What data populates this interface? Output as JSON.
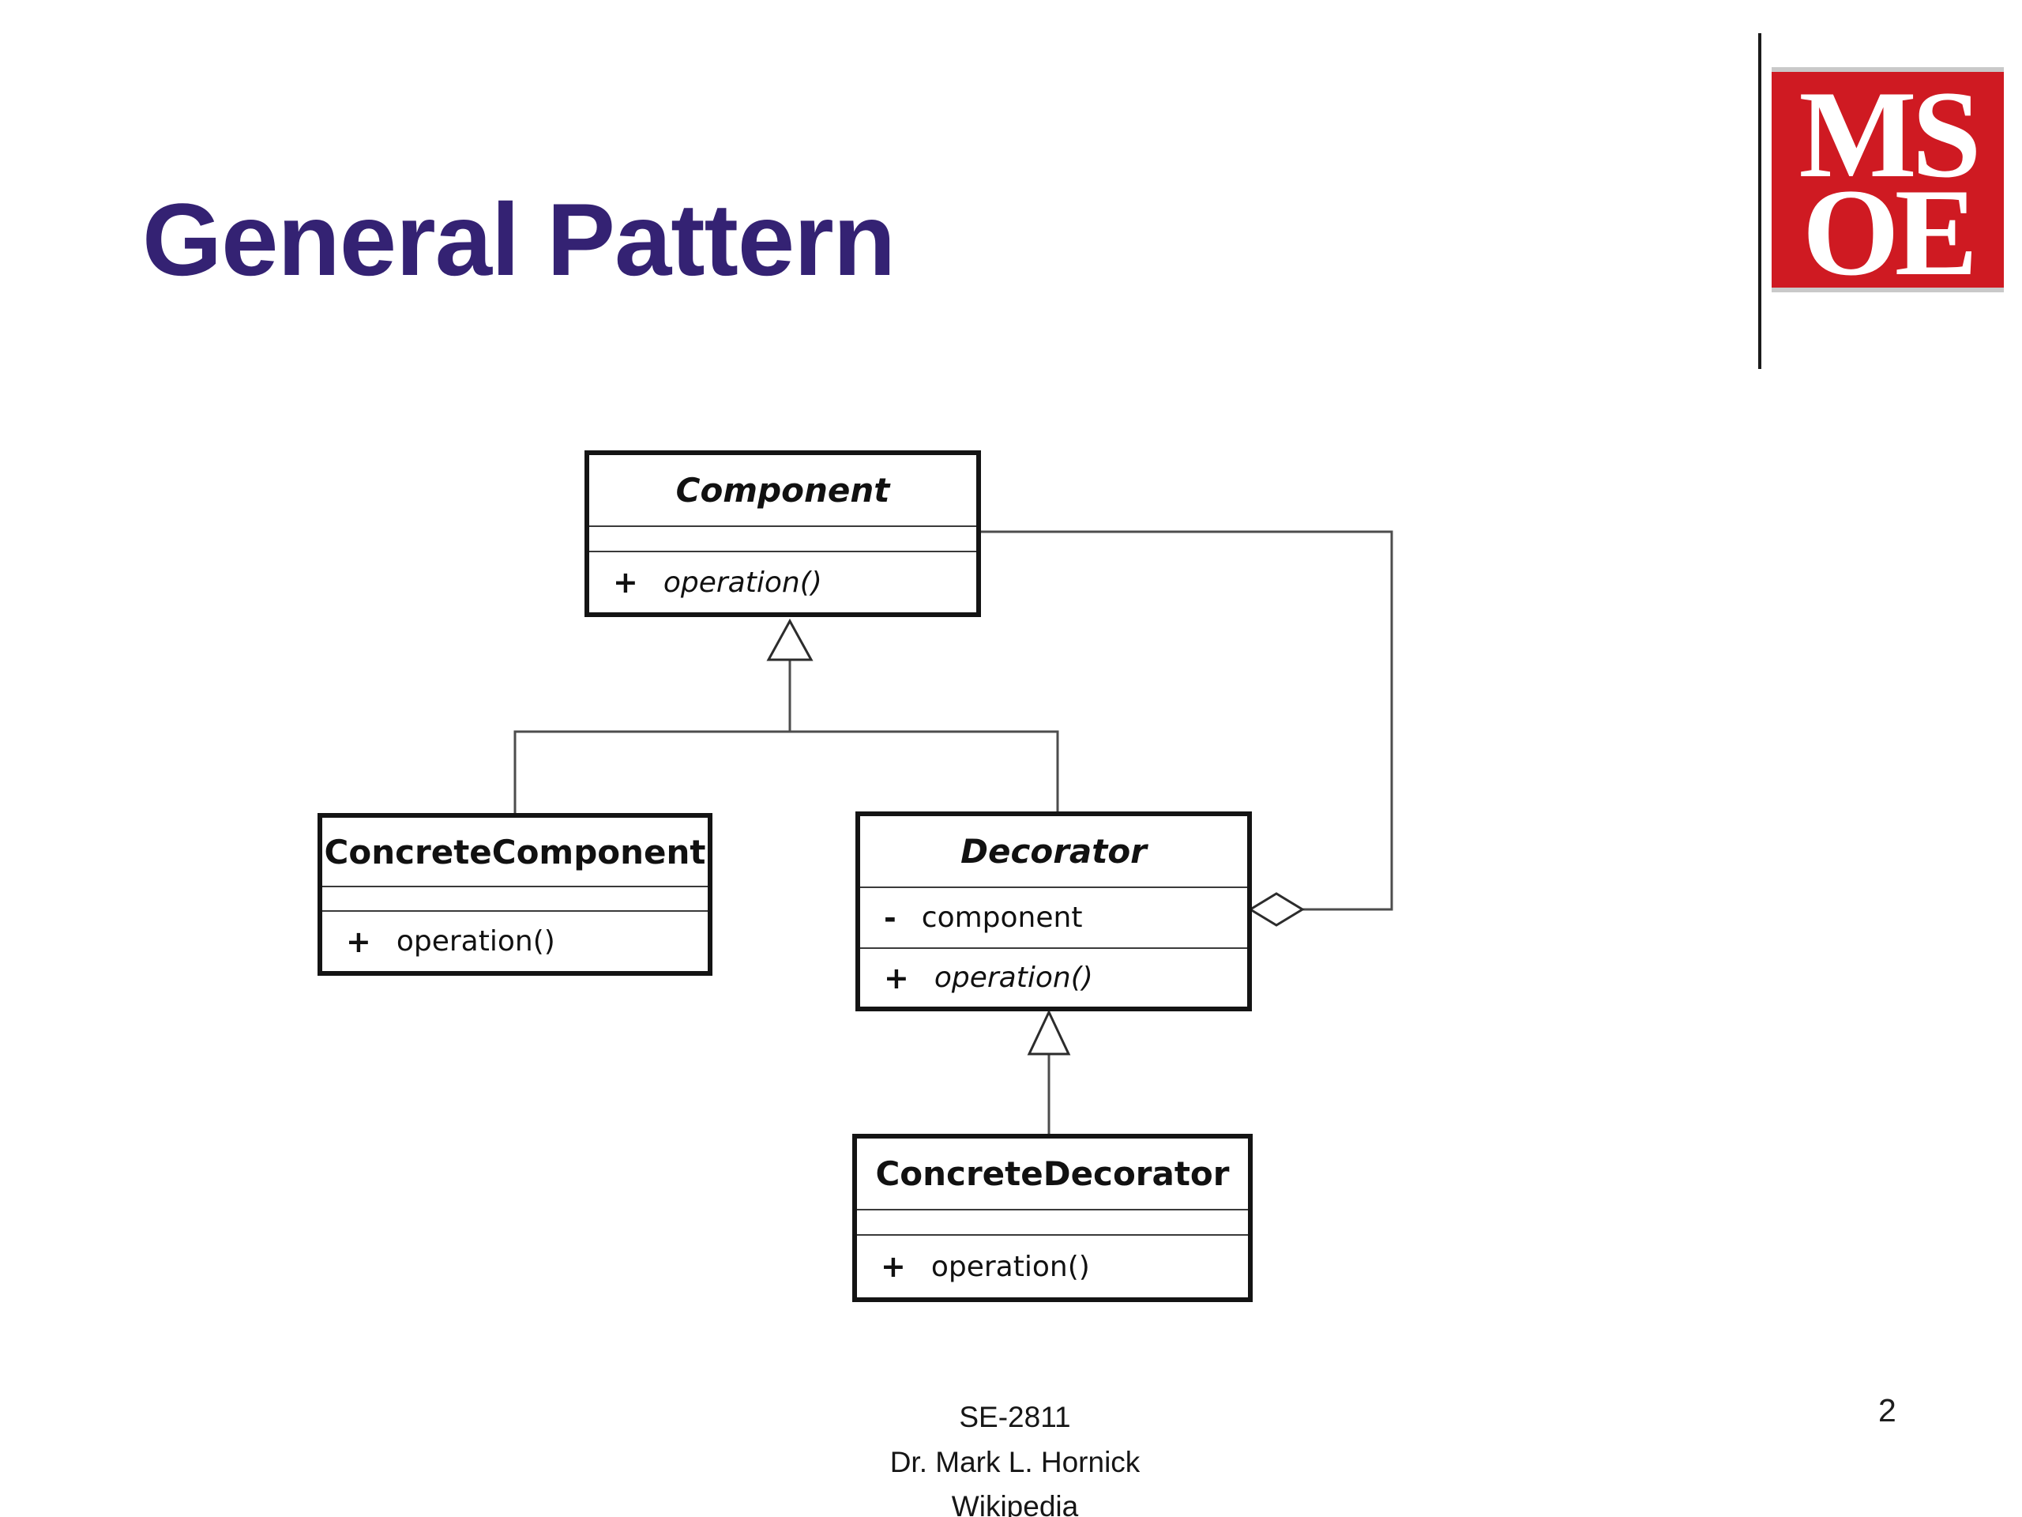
{
  "slide": {
    "title": "General Pattern",
    "page_number": "2",
    "footer": [
      "SE-2811",
      "Dr. Mark L. Hornick",
      "Wikipedia"
    ]
  },
  "logo": {
    "top": "MS",
    "bottom": "OE"
  },
  "colors": {
    "title_text": "#342273",
    "logo_red": "#cf1a22",
    "box_border": "#141414",
    "connector_line": "#4d4d4d"
  },
  "diagram": {
    "type": "uml-class-diagram",
    "classes": [
      {
        "name": "Component",
        "name_italic": true,
        "attributes": [],
        "operations": [
          {
            "visibility": "+",
            "signature": "operation()",
            "italic": true
          }
        ]
      },
      {
        "name": "ConcreteComponent",
        "name_italic": false,
        "attributes": [],
        "operations": [
          {
            "visibility": "+",
            "signature": "operation()",
            "italic": false
          }
        ]
      },
      {
        "name": "Decorator",
        "name_italic": true,
        "attributes": [
          {
            "visibility": "-",
            "name": "component"
          }
        ],
        "operations": [
          {
            "visibility": "+",
            "signature": "operation()",
            "italic": true
          }
        ]
      },
      {
        "name": "ConcreteDecorator",
        "name_italic": false,
        "attributes": [],
        "operations": [
          {
            "visibility": "+",
            "signature": "operation()",
            "italic": false
          }
        ]
      }
    ],
    "relationships": [
      {
        "type": "generalization",
        "from": "ConcreteComponent",
        "to": "Component"
      },
      {
        "type": "generalization",
        "from": "Decorator",
        "to": "Component"
      },
      {
        "type": "generalization",
        "from": "ConcreteDecorator",
        "to": "Decorator"
      },
      {
        "type": "aggregation",
        "from": "Decorator",
        "to": "Component"
      }
    ]
  }
}
